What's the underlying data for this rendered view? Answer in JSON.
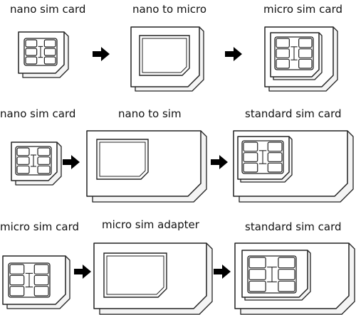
{
  "row1": {
    "left_label": "nano sim card",
    "middle_label": "nano to micro",
    "right_label": "micro sim card"
  },
  "row2": {
    "left_label": "nano sim card",
    "middle_label": "nano to sim",
    "right_label": "standard sim card"
  },
  "row3": {
    "left_label": "micro sim card",
    "middle_label": "micro sim adapter",
    "right_label": "standard sim card"
  },
  "colors": {
    "line": "#222222",
    "arrow": "#000000",
    "background": "#ffffff"
  }
}
